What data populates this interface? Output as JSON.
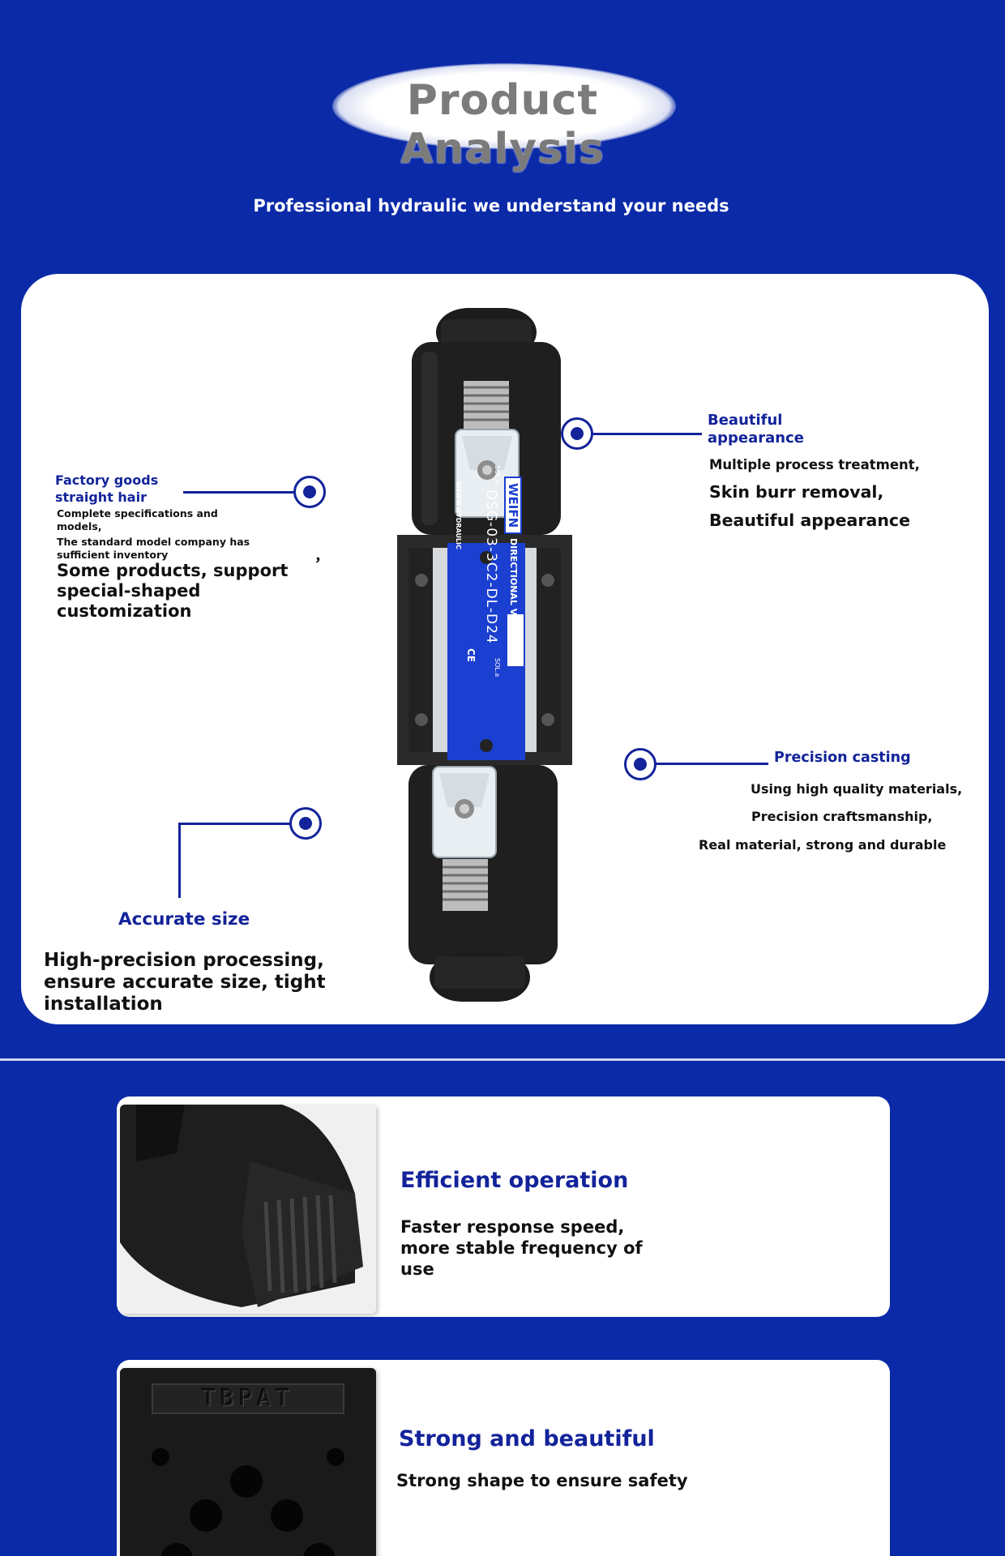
{
  "header": {
    "title": "Product Analysis",
    "subtitle": "Professional hydraulic we understand your needs"
  },
  "valve": {
    "brand": "WEIFN",
    "type_label": "DIRECTIONAL VALVE",
    "model": "DSG-03-3C2-DL-D24",
    "maker": "WEIFN HYDRAULIC",
    "ce_mark": "CE",
    "port_a": "SOL.a",
    "port_b": "SOL.b"
  },
  "callouts": {
    "left_top": {
      "heading": "Factory goods straight hair",
      "small_1": "Complete specifications and models,",
      "small_2": "The standard model company has sufficient inventory",
      "comma": "，",
      "body": "Some products, support special-shaped customization"
    },
    "right_top": {
      "heading": "Beautiful appearance",
      "line_1": "Multiple process treatment,",
      "line_2": "Skin burr removal,",
      "line_3": "Beautiful appearance"
    },
    "right_bottom": {
      "heading": "Precision casting",
      "line_1": "Using high quality materials,",
      "line_2": "Precision craftsmanship,",
      "line_3": "Real material, strong and durable"
    },
    "left_bottom": {
      "heading": "Accurate size",
      "body": "High-precision processing, ensure accurate size, tight installation"
    }
  },
  "features": [
    {
      "title": "Efficient operation",
      "text": "Faster response speed, more stable frequency of use"
    },
    {
      "title": "Strong and beautiful",
      "text": "Strong shape to ensure safety",
      "photo_text": "TBPAT"
    }
  ],
  "colors": {
    "background": "#0b2aa8",
    "accent": "#13239a",
    "card": "#ffffff",
    "valve_label": "#1b3fd0"
  }
}
